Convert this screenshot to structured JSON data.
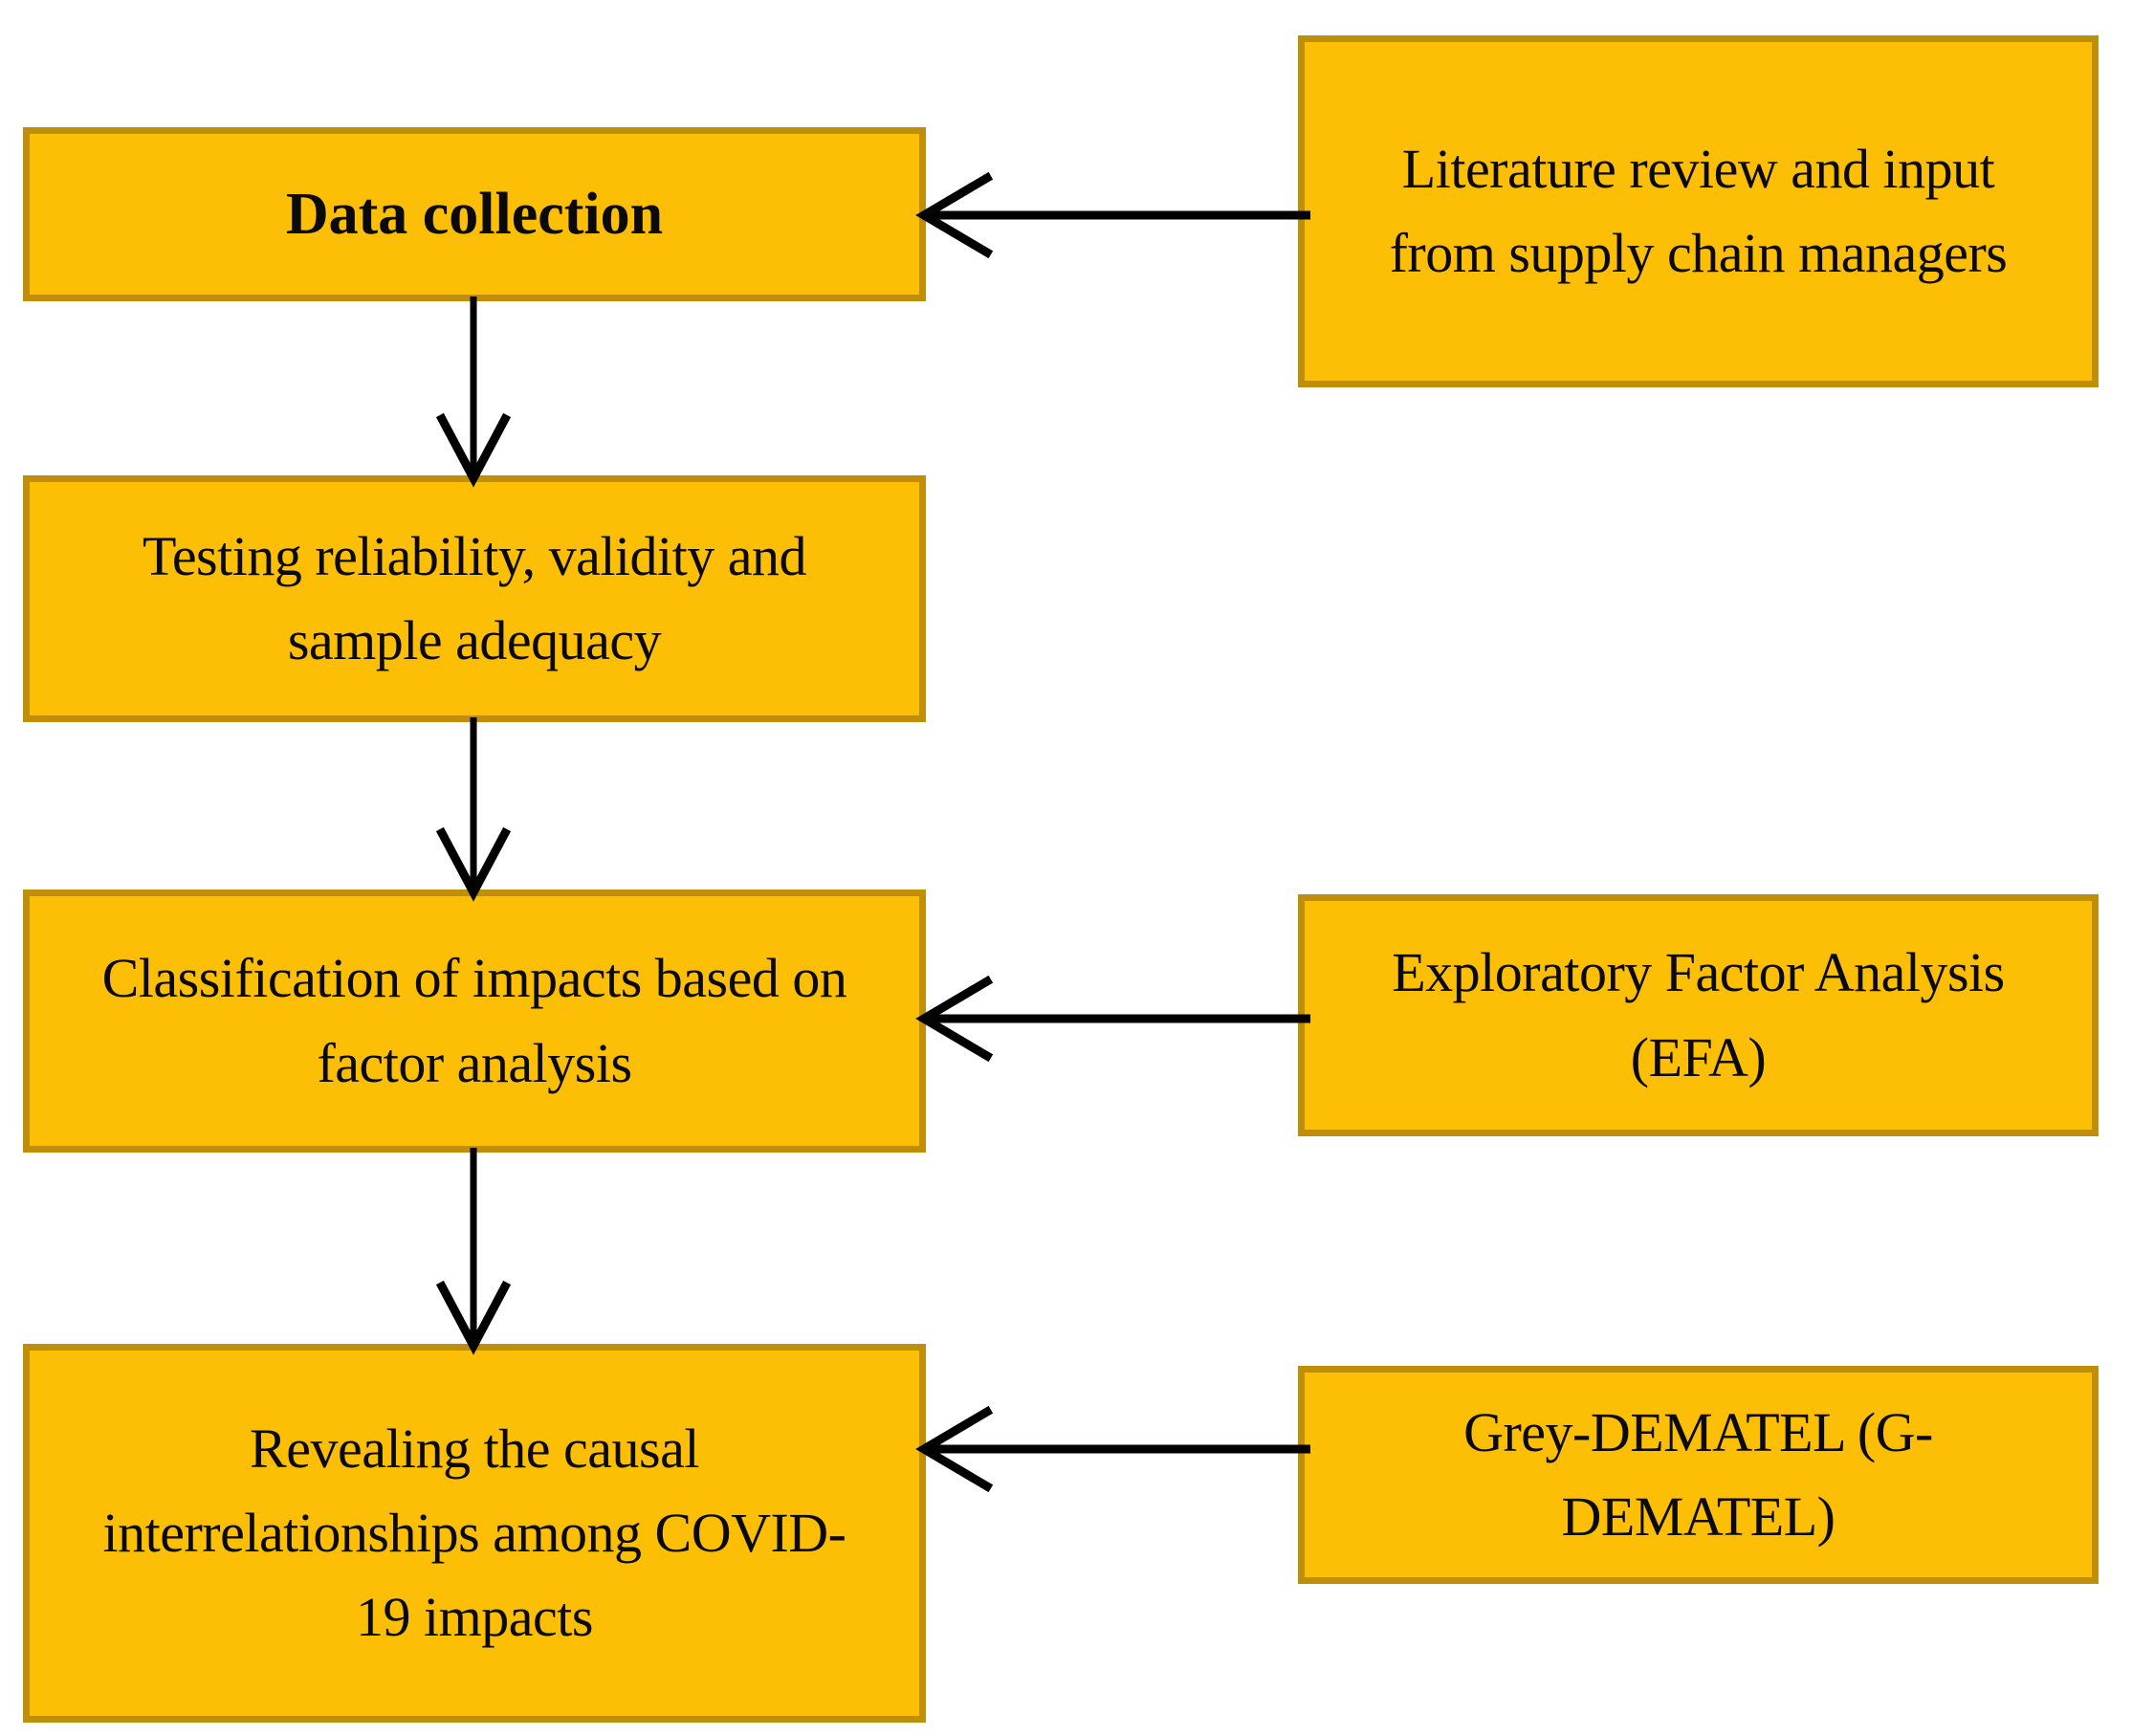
{
  "diagram": {
    "type": "flowchart",
    "orientation": "top-to-bottom with lateral method inputs",
    "background_color": "#FFFFFF",
    "node_fill_color": "#FCBF06",
    "node_border_color": "#BF8F0A",
    "text_color": "#000000",
    "arrow_color": "#000000"
  },
  "nodes": {
    "data_collection": {
      "label": "Data collection",
      "emphasis": "bold",
      "column": "left"
    },
    "testing_reliability": {
      "label": "Testing reliability, validity and sample adequacy",
      "emphasis": "regular",
      "column": "left"
    },
    "classification": {
      "label": "Classification of impacts based on factor analysis",
      "emphasis": "regular",
      "column": "left"
    },
    "revealing_causal": {
      "label": "Revealing the causal interrelationships among COVID-19 impacts",
      "emphasis": "regular",
      "column": "left"
    },
    "literature_review": {
      "label": "Literature review and input from supply chain managers",
      "emphasis": "regular",
      "column": "right"
    },
    "efa": {
      "label": "Exploratory Factor Analysis (EFA)",
      "emphasis": "regular",
      "column": "right"
    },
    "gdematel": {
      "label": "Grey-DEMATEL (G-DEMATEL)",
      "emphasis": "regular",
      "column": "right"
    }
  },
  "edges": [
    {
      "from": "literature_review",
      "to": "data_collection",
      "direction": "right-to-left",
      "style": "open-arrowhead"
    },
    {
      "from": "efa",
      "to": "classification",
      "direction": "right-to-left",
      "style": "open-arrowhead"
    },
    {
      "from": "gdematel",
      "to": "revealing_causal",
      "direction": "right-to-left",
      "style": "open-arrowhead"
    },
    {
      "from": "data_collection",
      "to": "testing_reliability",
      "direction": "top-to-bottom",
      "style": "open-arrowhead"
    },
    {
      "from": "testing_reliability",
      "to": "classification",
      "direction": "top-to-bottom",
      "style": "open-arrowhead"
    },
    {
      "from": "classification",
      "to": "revealing_causal",
      "direction": "top-to-bottom",
      "style": "open-arrowhead"
    }
  ]
}
